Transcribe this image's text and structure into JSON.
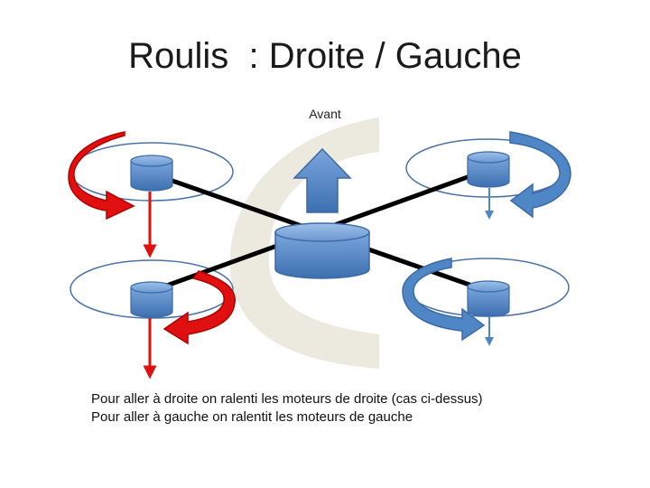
{
  "title": "Roulis  : Droite / Gauche",
  "front_label": "Avant",
  "caption": {
    "line1": "Pour aller à droite on ralenti les moteurs de droite (cas ci-dessus)",
    "line2": "Pour aller à gauche on ralentit les moteurs de gauche"
  },
  "colors": {
    "slow_motor_rotation": "#e01010",
    "normal_motor_rotation": "#4f86c6",
    "motor_body": "#4f86c6",
    "frame_arms": "#000000",
    "background_logo": "#ece9df"
  }
}
